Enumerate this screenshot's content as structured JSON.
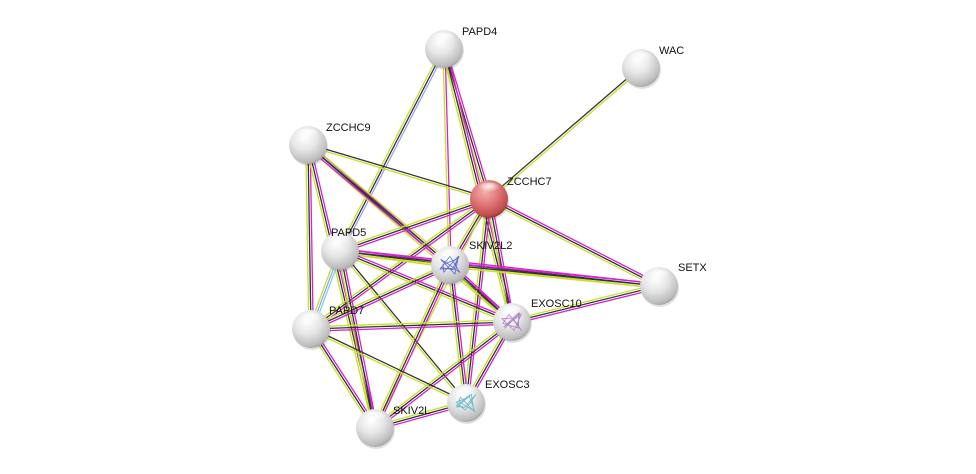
{
  "network": {
    "query_color": "#d66a6a",
    "node_color": "#d8d8d8",
    "evidence_colors": {
      "textmining": "#c6e02a",
      "coexpression": "#333333",
      "experiments": "#d620d6",
      "databases": "#7ad3f0",
      "homology": "#9aa6ee"
    },
    "nodes": [
      {
        "id": "PAPD4",
        "label": "PAPD4",
        "query": false,
        "structure": null
      },
      {
        "id": "WAC",
        "label": "WAC",
        "query": false,
        "structure": null
      },
      {
        "id": "ZCCHC9",
        "label": "ZCCHC9",
        "query": false,
        "structure": null
      },
      {
        "id": "ZCCHC7",
        "label": "ZCCHC7",
        "query": true,
        "structure": null
      },
      {
        "id": "PAPD5",
        "label": "PAPD5",
        "query": false,
        "structure": null
      },
      {
        "id": "SKIV2L2",
        "label": "SKIV2L2",
        "query": false,
        "structure": "#5a6ad0"
      },
      {
        "id": "SETX",
        "label": "SETX",
        "query": false,
        "structure": null
      },
      {
        "id": "EXOSC10",
        "label": "EXOSC10",
        "query": false,
        "structure": "#b080c8"
      },
      {
        "id": "PAPD7",
        "label": "PAPD7",
        "query": false,
        "structure": null
      },
      {
        "id": "EXOSC3",
        "label": "EXOSC3",
        "query": false,
        "structure": "#6ab8c8"
      },
      {
        "id": "SKIV2L",
        "label": "SKIV2L",
        "query": false,
        "structure": null
      }
    ],
    "edges": [
      {
        "a": "PAPD4",
        "b": "ZCCHC7",
        "ev": [
          "experiments",
          "coexpression",
          "textmining"
        ]
      },
      {
        "a": "PAPD4",
        "b": "PAPD5",
        "ev": [
          "homology",
          "coexpression",
          "textmining"
        ]
      },
      {
        "a": "PAPD4",
        "b": "SKIV2L2",
        "ev": [
          "experiments",
          "textmining"
        ]
      },
      {
        "a": "PAPD4",
        "b": "EXOSC10",
        "ev": [
          "experiments",
          "coexpression",
          "textmining"
        ]
      },
      {
        "a": "WAC",
        "b": "ZCCHC7",
        "ev": [
          "textmining",
          "coexpression"
        ]
      },
      {
        "a": "ZCCHC9",
        "b": "ZCCHC7",
        "ev": [
          "coexpression",
          "textmining"
        ]
      },
      {
        "a": "ZCCHC9",
        "b": "PAPD7",
        "ev": [
          "experiments",
          "coexpression",
          "textmining"
        ]
      },
      {
        "a": "ZCCHC9",
        "b": "SKIV2L",
        "ev": [
          "experiments",
          "coexpression",
          "textmining"
        ]
      },
      {
        "a": "ZCCHC9",
        "b": "EXOSC10",
        "ev": [
          "experiments",
          "coexpression",
          "textmining"
        ]
      },
      {
        "a": "ZCCHC9",
        "b": "SKIV2L2",
        "ev": [
          "textmining",
          "coexpression",
          "experiments"
        ]
      },
      {
        "a": "ZCCHC7",
        "b": "PAPD5",
        "ev": [
          "experiments",
          "coexpression",
          "textmining"
        ]
      },
      {
        "a": "ZCCHC7",
        "b": "SKIV2L2",
        "ev": [
          "experiments",
          "coexpression",
          "textmining"
        ]
      },
      {
        "a": "ZCCHC7",
        "b": "SETX",
        "ev": [
          "experiments",
          "coexpression",
          "textmining"
        ]
      },
      {
        "a": "ZCCHC7",
        "b": "EXOSC10",
        "ev": [
          "experiments",
          "coexpression",
          "textmining"
        ]
      },
      {
        "a": "ZCCHC7",
        "b": "EXOSC3",
        "ev": [
          "experiments",
          "coexpression",
          "textmining"
        ]
      },
      {
        "a": "ZCCHC7",
        "b": "PAPD7",
        "ev": [
          "experiments",
          "coexpression",
          "textmining"
        ]
      },
      {
        "a": "ZCCHC7",
        "b": "SKIV2L",
        "ev": [
          "textmining"
        ]
      },
      {
        "a": "PAPD5",
        "b": "SKIV2L2",
        "ev": [
          "experiments",
          "coexpression",
          "textmining"
        ]
      },
      {
        "a": "PAPD5",
        "b": "SETX",
        "ev": [
          "experiments",
          "coexpression",
          "textmining"
        ]
      },
      {
        "a": "PAPD5",
        "b": "EXOSC10",
        "ev": [
          "experiments",
          "coexpression",
          "textmining"
        ]
      },
      {
        "a": "PAPD5",
        "b": "PAPD7",
        "ev": [
          "databases",
          "homology",
          "textmining"
        ]
      },
      {
        "a": "PAPD5",
        "b": "EXOSC3",
        "ev": [
          "coexpression",
          "textmining"
        ]
      },
      {
        "a": "PAPD5",
        "b": "SKIV2L",
        "ev": [
          "experiments",
          "coexpression",
          "textmining"
        ]
      },
      {
        "a": "SKIV2L2",
        "b": "SETX",
        "ev": [
          "experiments",
          "coexpression",
          "textmining"
        ]
      },
      {
        "a": "SKIV2L2",
        "b": "EXOSC10",
        "ev": [
          "experiments",
          "coexpression",
          "textmining"
        ]
      },
      {
        "a": "SKIV2L2",
        "b": "PAPD7",
        "ev": [
          "experiments",
          "coexpression",
          "textmining"
        ]
      },
      {
        "a": "SKIV2L2",
        "b": "EXOSC3",
        "ev": [
          "experiments",
          "coexpression",
          "textmining"
        ]
      },
      {
        "a": "SKIV2L2",
        "b": "SKIV2L",
        "ev": [
          "experiments",
          "coexpression",
          "textmining"
        ]
      },
      {
        "a": "SETX",
        "b": "EXOSC10",
        "ev": [
          "experiments",
          "coexpression",
          "textmining"
        ]
      },
      {
        "a": "EXOSC10",
        "b": "PAPD7",
        "ev": [
          "experiments",
          "coexpression",
          "textmining"
        ]
      },
      {
        "a": "EXOSC10",
        "b": "EXOSC3",
        "ev": [
          "experiments",
          "coexpression",
          "textmining"
        ]
      },
      {
        "a": "EXOSC10",
        "b": "SKIV2L",
        "ev": [
          "experiments",
          "coexpression",
          "textmining"
        ]
      },
      {
        "a": "PAPD7",
        "b": "EXOSC3",
        "ev": [
          "coexpression",
          "textmining"
        ]
      },
      {
        "a": "PAPD7",
        "b": "SKIV2L",
        "ev": [
          "experiments",
          "coexpression",
          "textmining"
        ]
      },
      {
        "a": "EXOSC3",
        "b": "SKIV2L",
        "ev": [
          "experiments",
          "coexpression",
          "textmining"
        ]
      }
    ]
  }
}
